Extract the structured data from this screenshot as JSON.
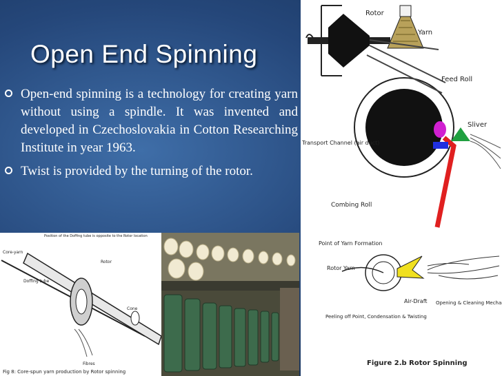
{
  "slide": {
    "title": "Open End Spinning",
    "bullets": [
      "Open-end spinning is a technology for creating yarn   without using a spindle. It was invented and developed in Czechoslovakia in Cotton Researching Institute in year 1963.",
      "Twist is provided by the turning of the rotor."
    ]
  },
  "rotor_figure": {
    "labels": {
      "rotor": "Rotor",
      "yarn": "Yarn",
      "feed_roll": "Feed Roll",
      "sliver": "Sliver",
      "transport_channel": "Transport Channel (air duct)",
      "combing_roll": "Combing Roll",
      "point_of_yarn_formation": "Point of Yarn Formation",
      "rotor_yarn": "Rotor Yarn",
      "peeling_off": "Peeling off Point, Condensation & Twisting",
      "air_draft": "Air-Draft",
      "opening_cleaning": "Opening & Cleaning Mechanical Drafting"
    },
    "caption": "Figure 2.b Rotor Spinning"
  },
  "core_figure": {
    "labels": {
      "core_yarn": "Core-yarn",
      "doffing_tube": "Doffing tube",
      "position_note": "Position of the Doffing tube is opposite to the Rotor location",
      "rotor": "Rotor",
      "cone": "Cone",
      "fibres": "Fibres"
    },
    "caption": "Fig 8: Core-spun yarn production by Rotor spinning"
  },
  "colors": {
    "background": "#25477a",
    "title_text": "#ffffff",
    "slider_red": "#e02020",
    "feed_magenta": "#d020d0",
    "feed_blue": "#2030e0",
    "feed_green": "#20a040",
    "air_yellow": "#f0e020"
  }
}
